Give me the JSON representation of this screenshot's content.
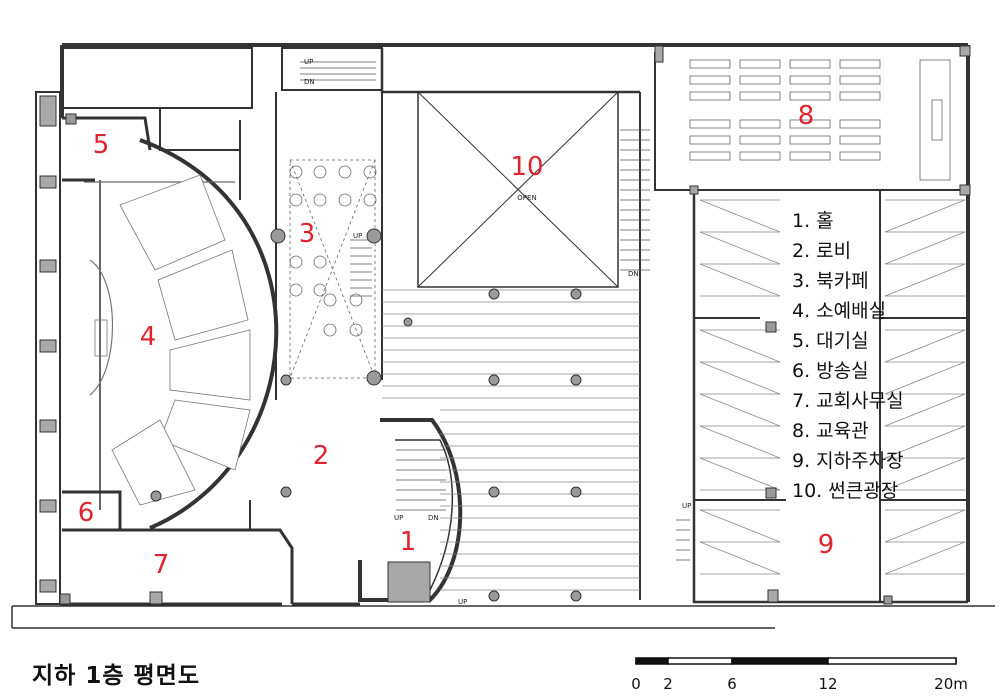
{
  "title": "지하 1층 평면도",
  "plan_marks": {
    "open": "OPEN",
    "up": "UP",
    "dn": "DN"
  },
  "rooms": [
    {
      "id": "1",
      "label": "1"
    },
    {
      "id": "2",
      "label": "2"
    },
    {
      "id": "3",
      "label": "3"
    },
    {
      "id": "4",
      "label": "4"
    },
    {
      "id": "5",
      "label": "5"
    },
    {
      "id": "6",
      "label": "6"
    },
    {
      "id": "7",
      "label": "7"
    },
    {
      "id": "8",
      "label": "8"
    },
    {
      "id": "9",
      "label": "9"
    },
    {
      "id": "10",
      "label": "10"
    }
  ],
  "legend": [
    "1. 홀",
    "2. 로비",
    "3. 북카페",
    "4. 소예배실",
    "5. 대기실",
    "6. 방송실",
    "7. 교회사무실",
    "8. 교육관",
    "9. 지하주차장",
    "10. 썬큰광장"
  ],
  "scale_bar": {
    "labels": [
      "0",
      "2",
      "6",
      "12",
      "20m"
    ]
  },
  "colors": {
    "room_number": "#e0242f",
    "wall": "#333333",
    "fill_gray": "#a8a8a8",
    "line": "#555555"
  }
}
